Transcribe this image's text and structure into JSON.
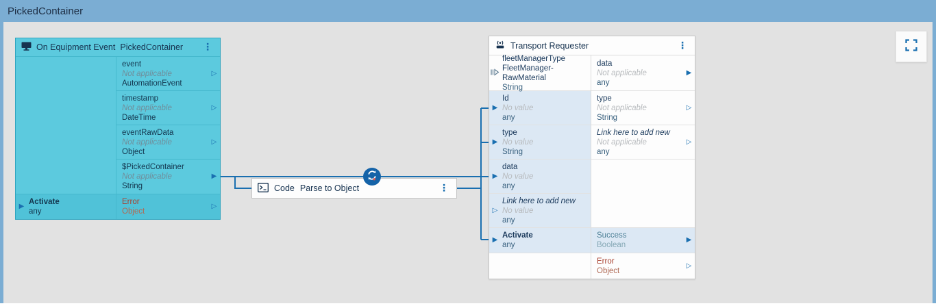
{
  "titlebar": {
    "title": "PickedContainer"
  },
  "colors": {
    "frame_blue": "#7badd3",
    "accent_blue": "#1a6fb0",
    "node_cyan": "#5ccade",
    "highlight_blue": "#dce8f4",
    "badge_blue": "#1563a8",
    "error_red": "#a8402e",
    "success_teal": "#4d8096"
  },
  "icons": {
    "menu": "⋮",
    "equipment": "monitor-icon",
    "code": "terminal-icon",
    "transport": "agv-radio-icon",
    "badge": "transform-refresh-icon",
    "fullscreen": "fullscreen-corners-icon"
  },
  "equipment": {
    "title": "On Equipment Event",
    "instance": "PickedContainer",
    "fields": [
      {
        "name": "event",
        "value": "Not applicable",
        "type": "AutomationEvent"
      },
      {
        "name": "timestamp",
        "value": "Not applicable",
        "type": "DateTime"
      },
      {
        "name": "eventRawData",
        "value": "Not applicable",
        "type": "Object"
      },
      {
        "name": "$PickedContainer",
        "value": "Not applicable",
        "type": "String"
      }
    ],
    "activate": {
      "name": "Activate",
      "type": "any"
    },
    "error": {
      "name": "Error",
      "type": "Object"
    }
  },
  "code": {
    "title": "Code",
    "subtitle": "Parse to Object"
  },
  "transport": {
    "title": "Transport Requester",
    "left_rows": [
      {
        "name": "fleetManagerType",
        "value": "FleetManager-RawMaterial",
        "type": "String"
      },
      {
        "name": "Id",
        "value": "No value",
        "type": "any"
      },
      {
        "name": "type",
        "value": "No value",
        "type": "String"
      },
      {
        "name": "data",
        "value": "No value",
        "type": "any"
      },
      {
        "name": "Link here to add new",
        "value": "No value",
        "type": "any"
      },
      {
        "name": "Activate",
        "type": "any"
      }
    ],
    "right_rows": [
      {
        "name": "data",
        "value": "Not applicable",
        "type": "any"
      },
      {
        "name": "type",
        "value": "Not applicable",
        "type": "String"
      },
      {
        "name": "Link here to add new",
        "value": "Not applicable",
        "type": "any"
      },
      {
        "name": "Success",
        "type": "Boolean"
      },
      {
        "name": "Error",
        "type": "Object"
      }
    ]
  }
}
